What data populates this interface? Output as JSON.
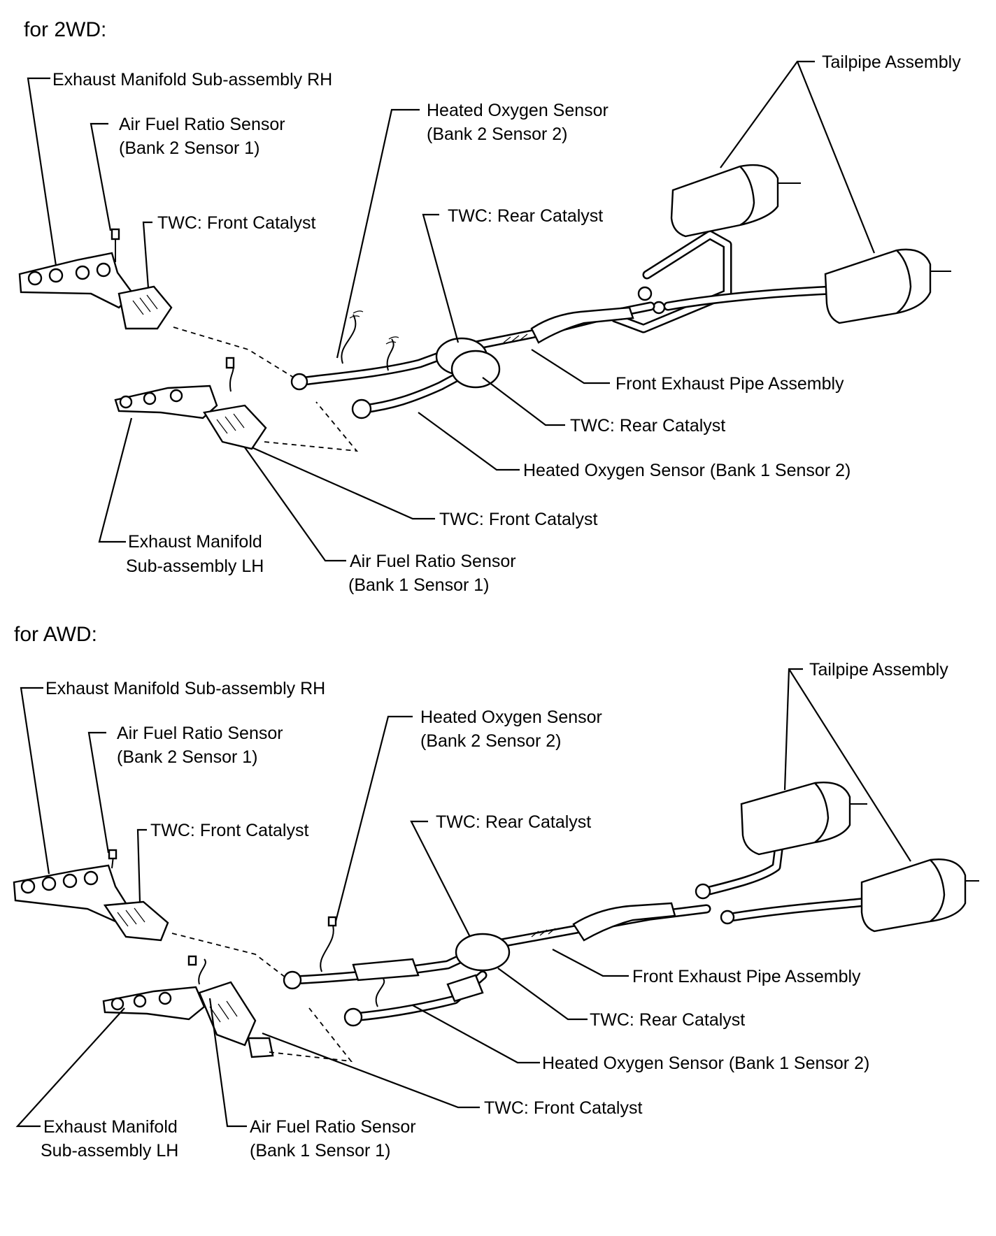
{
  "sections": [
    {
      "title": "for 2WD:",
      "labels": {
        "manifold_rh": "Exhaust Manifold Sub-assembly RH",
        "afr_b2s1_l1": "Air Fuel Ratio Sensor",
        "afr_b2s1_l2": "(Bank 2 Sensor 1)",
        "twc_front_top": "TWC: Front Catalyst",
        "ho2_b2s2_l1": "Heated Oxygen Sensor",
        "ho2_b2s2_l2": "(Bank 2 Sensor 2)",
        "twc_rear_top": "TWC: Rear Catalyst",
        "tailpipe": "Tailpipe Assembly",
        "front_pipe": "Front Exhaust Pipe Assembly",
        "twc_rear_bottom": "TWC: Rear Catalyst",
        "ho2_b1s2": "Heated Oxygen Sensor (Bank 1 Sensor 2)",
        "twc_front_bottom": "TWC: Front Catalyst",
        "manifold_lh_l1": "Exhaust Manifold",
        "manifold_lh_l2": "Sub-assembly LH",
        "afr_b1s1_l1": "Air Fuel Ratio Sensor",
        "afr_b1s1_l2": "(Bank 1 Sensor 1)"
      }
    },
    {
      "title": "for AWD:",
      "labels": {
        "manifold_rh": "Exhaust Manifold Sub-assembly RH",
        "afr_b2s1_l1": "Air Fuel Ratio Sensor",
        "afr_b2s1_l2": "(Bank 2 Sensor 1)",
        "twc_front_top": "TWC: Front Catalyst",
        "ho2_b2s2_l1": "Heated Oxygen Sensor",
        "ho2_b2s2_l2": "(Bank 2 Sensor 2)",
        "twc_rear_top": "TWC: Rear Catalyst",
        "tailpipe": "Tailpipe Assembly",
        "front_pipe": "Front Exhaust Pipe Assembly",
        "twc_rear_bottom": "TWC: Rear Catalyst",
        "ho2_b1s2": "Heated Oxygen Sensor (Bank 1 Sensor 2)",
        "twc_front_bottom": "TWC: Front Catalyst",
        "manifold_lh_l1": "Exhaust Manifold",
        "manifold_lh_l2": "Sub-assembly LH",
        "afr_b1s1_l1": "Air Fuel Ratio Sensor",
        "afr_b1s1_l2": "(Bank 1 Sensor 1)"
      }
    }
  ]
}
